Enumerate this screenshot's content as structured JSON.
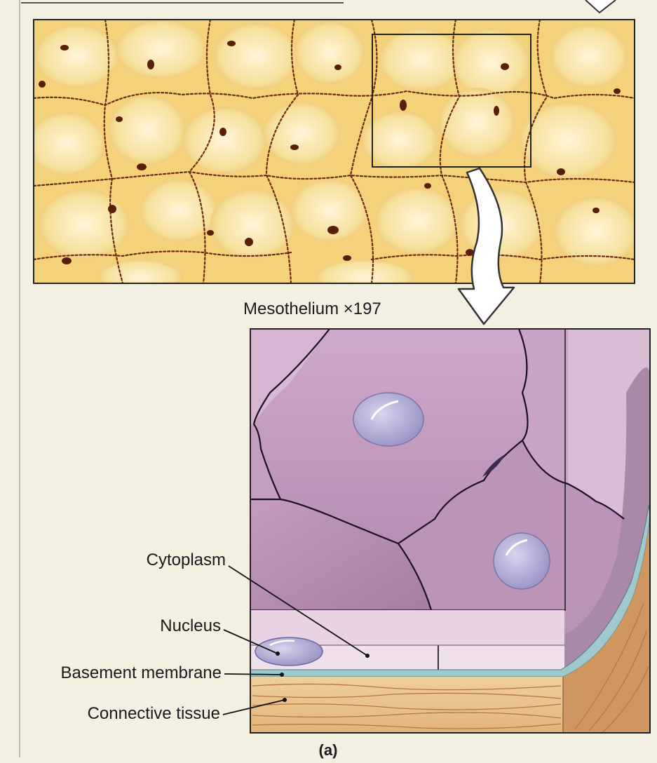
{
  "figure": {
    "micrograph_caption": "Mesothelium ×197",
    "panel_label": "(a)",
    "labels": {
      "cytoplasm": "Cytoplasm",
      "nucleus": "Nucleus",
      "basement_membrane": "Basement membrane",
      "connective_tissue": "Connective tissue"
    }
  },
  "colors": {
    "page_background": "#f3efe1",
    "micrograph_tissue": "#f3d27a",
    "cell_boundary": "#6e2a10",
    "cytoplasm": "#c9a4c4",
    "nucleus": "#a9a6d2",
    "basement_membrane": "#9fc9cc",
    "connective_tissue": "#e2b47c"
  }
}
